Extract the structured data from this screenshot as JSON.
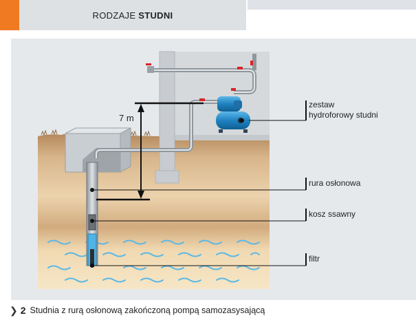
{
  "header": {
    "title_prefix": "RODZAJE",
    "title_bold": "STUDNI"
  },
  "diagram": {
    "height_label": "7 m",
    "labels": {
      "hydrofor": [
        "zestaw",
        "hydroforowy studni"
      ],
      "casing": "rura osłonowa",
      "basket": "kosz ssawny",
      "filter": "filtr"
    }
  },
  "caption": {
    "number": "2",
    "text": "Studnia z rurą osłonową zakończoną pompą samozasysającą"
  },
  "colors": {
    "accent": "#f07a22",
    "panel": "#e6e9ec",
    "pump": "#2a8fc9",
    "water": "#4fb4e6"
  }
}
